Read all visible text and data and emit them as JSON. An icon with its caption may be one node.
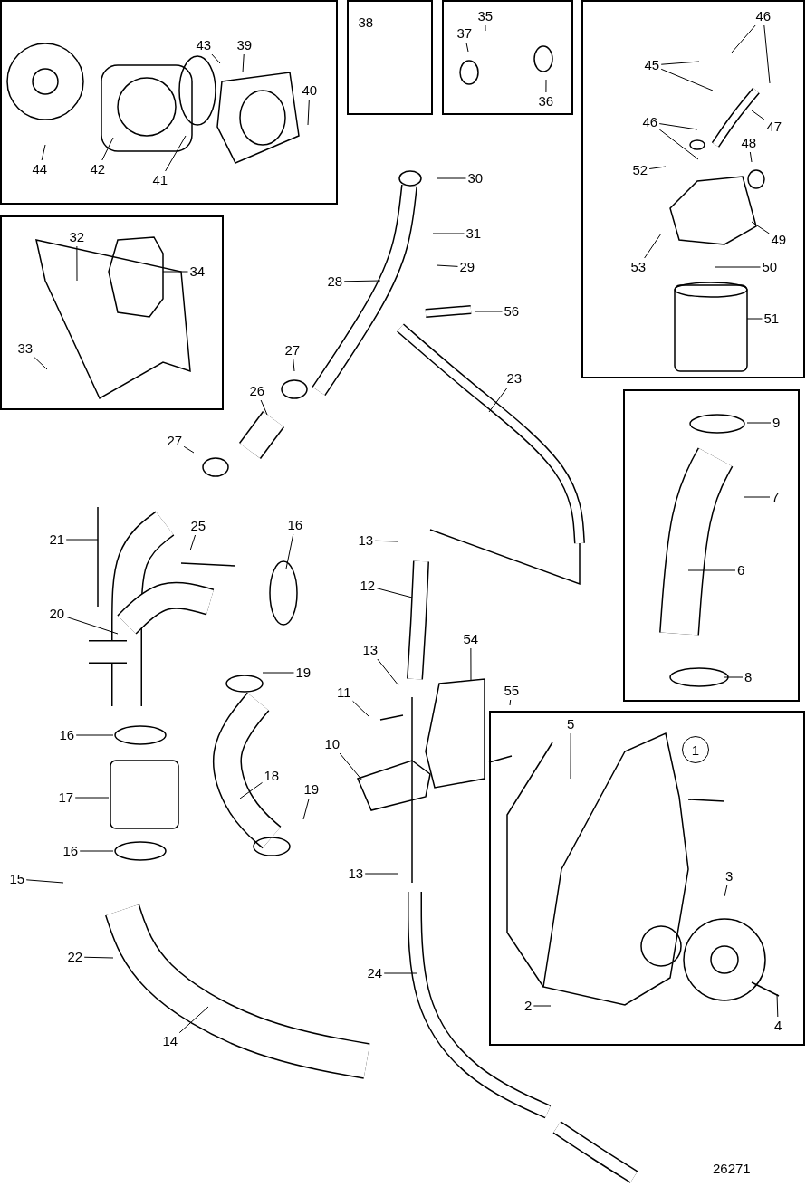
{
  "diagram": {
    "nodes": [
      {
        "text": [],
        "shape": "box"
      },
      {
        "text": [],
        "shape": "box"
      },
      {
        "text": [],
        "shape": "box"
      },
      {
        "text": [],
        "shape": "box"
      },
      {
        "text": [],
        "shape": "box"
      },
      {
        "text": [],
        "shape": "box"
      },
      {
        "text": [],
        "shape": "box"
      },
      {
        "text": [
          "43"
        ],
        "in": 0
      },
      {
        "text": [
          "39"
        ],
        "in": 0
      },
      {
        "text": [
          "40"
        ],
        "in": 0
      },
      {
        "text": [
          "44"
        ],
        "in": 0
      },
      {
        "text": [
          "42"
        ],
        "in": 0
      },
      {
        "text": [
          "41"
        ],
        "in": 0
      },
      {
        "text": [
          "37"
        ],
        "in": 2
      },
      {
        "text": [
          "35"
        ],
        "in": 2
      },
      {
        "text": [
          "36"
        ],
        "in": 2
      },
      {
        "text": [
          "46"
        ],
        "in": 3
      },
      {
        "text": [
          "45"
        ],
        "in": 3
      },
      {
        "text": [
          "47"
        ],
        "in": 3
      },
      {
        "text": [
          "46"
        ],
        "in": 3
      },
      {
        "text": [
          "48"
        ],
        "in": 3
      },
      {
        "text": [
          "52"
        ],
        "in": 3
      },
      {
        "text": [
          "49"
        ],
        "in": 3
      },
      {
        "text": [
          "53"
        ],
        "in": 3
      },
      {
        "text": [
          "50"
        ],
        "in": 3
      },
      {
        "text": [
          "51"
        ],
        "in": 3
      },
      {
        "text": [
          "32"
        ],
        "in": 4
      },
      {
        "text": [
          "34"
        ],
        "in": 4
      },
      {
        "text": [
          "33"
        ],
        "in": 4
      },
      {
        "text": [
          "9"
        ],
        "in": 5
      },
      {
        "text": [
          "7"
        ],
        "in": 5
      },
      {
        "text": [
          "6"
        ],
        "in": 5
      },
      {
        "text": [
          "8"
        ],
        "in": 5
      },
      {
        "text": [
          "5"
        ],
        "in": 6
      },
      {
        "text": [
          "1"
        ],
        "in": 6
      },
      {
        "text": [
          "3"
        ],
        "in": 6
      },
      {
        "text": [
          "2"
        ],
        "in": 6
      },
      {
        "text": [
          "4"
        ],
        "in": 6
      },
      {
        "text": [
          "30"
        ]
      },
      {
        "text": [
          "31"
        ]
      },
      {
        "text": [
          "29"
        ]
      },
      {
        "text": [
          "28"
        ]
      },
      {
        "text": [
          "56"
        ]
      },
      {
        "text": [
          "27"
        ]
      },
      {
        "text": [
          "26"
        ]
      },
      {
        "text": [
          "23"
        ]
      },
      {
        "text": [
          "27"
        ]
      },
      {
        "text": [
          "21"
        ]
      },
      {
        "text": [
          "25"
        ]
      },
      {
        "text": [
          "16"
        ]
      },
      {
        "text": [
          "13"
        ]
      },
      {
        "text": [
          "12"
        ]
      },
      {
        "text": [
          "20"
        ]
      },
      {
        "text": [
          "19"
        ]
      },
      {
        "text": [
          "54"
        ]
      },
      {
        "text": [
          "13"
        ]
      },
      {
        "text": [
          "11"
        ]
      },
      {
        "text": [
          "55"
        ]
      },
      {
        "text": [
          "16"
        ]
      },
      {
        "text": [
          "10"
        ]
      },
      {
        "text": [
          "18"
        ]
      },
      {
        "text": [
          "19"
        ]
      },
      {
        "text": [
          "17"
        ]
      },
      {
        "text": [
          "16"
        ]
      },
      {
        "text": [
          "15"
        ]
      },
      {
        "text": [
          "13"
        ]
      },
      {
        "text": [
          "22"
        ]
      },
      {
        "text": [
          "24"
        ]
      },
      {
        "text": [
          "14"
        ]
      }
    ],
    "edges": [
      {
        "from": 7,
        "to": null,
        "arrow": "none"
      },
      {
        "from": 8,
        "to": null,
        "arrow": "none"
      },
      {
        "from": 9,
        "to": null,
        "arrow": "none"
      },
      {
        "from": 10,
        "to": null,
        "arrow": "none"
      },
      {
        "from": 11,
        "to": null,
        "arrow": "none"
      },
      {
        "from": 12,
        "to": null,
        "arrow": "none"
      },
      {
        "from": 13,
        "to": null,
        "arrow": "none"
      },
      {
        "from": 14,
        "to": null,
        "arrow": "none"
      },
      {
        "from": 15,
        "to": null,
        "arrow": "none"
      },
      {
        "from": 16,
        "to": null,
        "arrow": "none"
      },
      {
        "from": 16,
        "to": null,
        "arrow": "none"
      },
      {
        "from": 17,
        "to": null,
        "arrow": "none"
      },
      {
        "from": 17,
        "to": null,
        "arrow": "none"
      },
      {
        "from": 18,
        "to": null,
        "arrow": "none"
      },
      {
        "from": 19,
        "to": null,
        "arrow": "none"
      },
      {
        "from": 19,
        "to": null,
        "arrow": "none"
      },
      {
        "from": 20,
        "to": null,
        "arrow": "none"
      },
      {
        "from": 21,
        "to": null,
        "arrow": "none"
      },
      {
        "from": 22,
        "to": null,
        "arrow": "none"
      },
      {
        "from": 23,
        "to": null,
        "arrow": "none"
      },
      {
        "from": 24,
        "to": null,
        "arrow": "none"
      },
      {
        "from": 25,
        "to": null,
        "arrow": "none"
      },
      {
        "from": 26,
        "to": null,
        "arrow": "none"
      },
      {
        "from": 27,
        "to": null,
        "arrow": "none"
      },
      {
        "from": 28,
        "to": null,
        "arrow": "none"
      },
      {
        "from": 29,
        "to": null,
        "arrow": "none"
      },
      {
        "from": 30,
        "to": null,
        "arrow": "none"
      },
      {
        "from": 31,
        "to": null,
        "arrow": "none"
      },
      {
        "from": 32,
        "to": null,
        "arrow": "none"
      },
      {
        "from": 33,
        "to": null,
        "arrow": "none"
      },
      {
        "from": 35,
        "to": null,
        "arrow": "none"
      },
      {
        "from": 36,
        "to": null,
        "arrow": "none"
      },
      {
        "from": 37,
        "to": null,
        "arrow": "none"
      },
      {
        "from": 38,
        "to": null,
        "arrow": "none"
      },
      {
        "from": 39,
        "to": null,
        "arrow": "none"
      },
      {
        "from": 40,
        "to": null,
        "arrow": "none"
      },
      {
        "from": 41,
        "to": null,
        "arrow": "none"
      },
      {
        "from": 42,
        "to": null,
        "arrow": "none"
      },
      {
        "from": 43,
        "to": null,
        "arrow": "none"
      },
      {
        "from": 44,
        "to": null,
        "arrow": "none"
      },
      {
        "from": 45,
        "to": null,
        "arrow": "none"
      },
      {
        "from": 46,
        "to": null,
        "arrow": "none"
      },
      {
        "from": 47,
        "to": null,
        "arrow": "none"
      },
      {
        "from": 48,
        "to": null,
        "arrow": "none"
      },
      {
        "from": 49,
        "to": null,
        "arrow": "none"
      },
      {
        "from": 50,
        "to": null,
        "arrow": "none"
      },
      {
        "from": 51,
        "to": null,
        "arrow": "none"
      },
      {
        "from": 52,
        "to": null,
        "arrow": "none"
      },
      {
        "from": 53,
        "to": null,
        "arrow": "none"
      },
      {
        "from": 54,
        "to": null,
        "arrow": "none"
      },
      {
        "from": 55,
        "to": null,
        "arrow": "none"
      },
      {
        "from": 56,
        "to": null,
        "arrow": "none"
      },
      {
        "from": 57,
        "to": null,
        "arrow": "none"
      },
      {
        "from": 58,
        "to": null,
        "arrow": "none"
      },
      {
        "from": 59,
        "to": null,
        "arrow": "none"
      },
      {
        "from": 60,
        "to": null,
        "arrow": "none"
      },
      {
        "from": 61,
        "to": null,
        "arrow": "none"
      },
      {
        "from": 62,
        "to": null,
        "arrow": "none"
      },
      {
        "from": 63,
        "to": null,
        "arrow": "none"
      },
      {
        "from": 64,
        "to": null,
        "arrow": "none"
      },
      {
        "from": 65,
        "to": null,
        "arrow": "none"
      },
      {
        "from": 66,
        "to": null,
        "arrow": "none"
      },
      {
        "from": 67,
        "to": null,
        "arrow": "none"
      },
      {
        "from": 68,
        "to": null,
        "arrow": "none"
      }
    ],
    "labels": [
      "38",
      "26271"
    ]
  }
}
